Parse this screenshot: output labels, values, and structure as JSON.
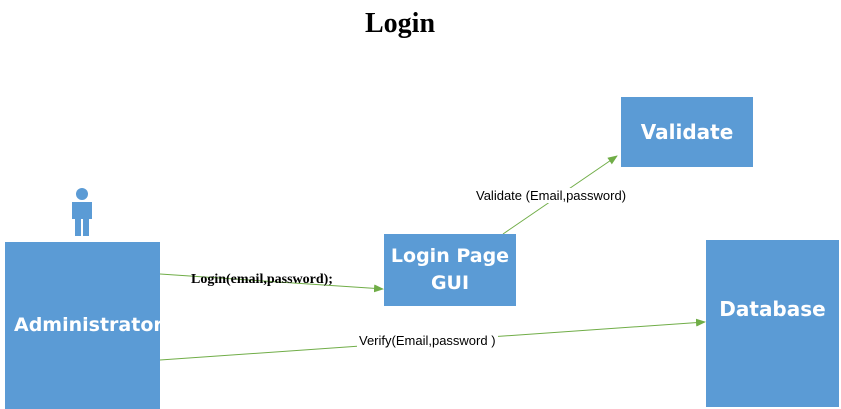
{
  "title": "Login",
  "nodes": {
    "administrator": "Administrator",
    "login_page": "Login Page\nGUI",
    "validate": "Validate",
    "database": "Database"
  },
  "edges": {
    "login": "Login(email,password);",
    "validate": "Validate (Email,password)",
    "verify": "Verify(Email,password )"
  },
  "icons": {
    "actor": "person-icon"
  },
  "colors": {
    "box_fill": "#5b9bd5",
    "box_text": "#ffffff",
    "arrow": "#70ad47"
  }
}
